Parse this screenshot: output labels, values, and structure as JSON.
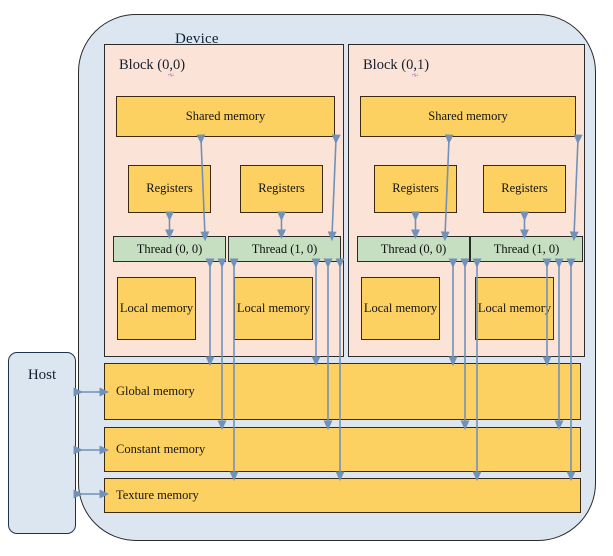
{
  "diagram": {
    "title_host": "Host",
    "title_device": "Device",
    "accent_colors": {
      "device_fill": "#dce6f1",
      "block_fill": "#fce3d8",
      "memory_fill": "#fcd162",
      "thread_fill": "#c6dfc0",
      "arrow_stroke": "#7191b8",
      "squiggle": "#7030a0"
    }
  },
  "host": {
    "label": "Host"
  },
  "device": {
    "label": "Device",
    "blocks": [
      {
        "label_prefix": "Block (0",
        "label_comma": ",",
        "label_suffix": "0)",
        "shared_memory": "Shared memory",
        "threads": [
          {
            "registers": "Registers",
            "thread": "Thread (0, 0)",
            "local_memory": "Local memory"
          },
          {
            "registers": "Registers",
            "thread": "Thread (1, 0)",
            "local_memory": "Local memory"
          }
        ]
      },
      {
        "label_prefix": "Block (0",
        "label_comma": ",",
        "label_suffix": "1)",
        "shared_memory": "Shared memory",
        "threads": [
          {
            "registers": "Registers",
            "thread": "Thread (0, 0)",
            "local_memory": "Local memory"
          },
          {
            "registers": "Registers",
            "thread": "Thread (1, 0)",
            "local_memory": "Local memory"
          }
        ]
      }
    ],
    "global_memories": [
      {
        "label": "Global memory"
      },
      {
        "label": "Constant memory"
      },
      {
        "label": "Texture memory"
      }
    ]
  }
}
